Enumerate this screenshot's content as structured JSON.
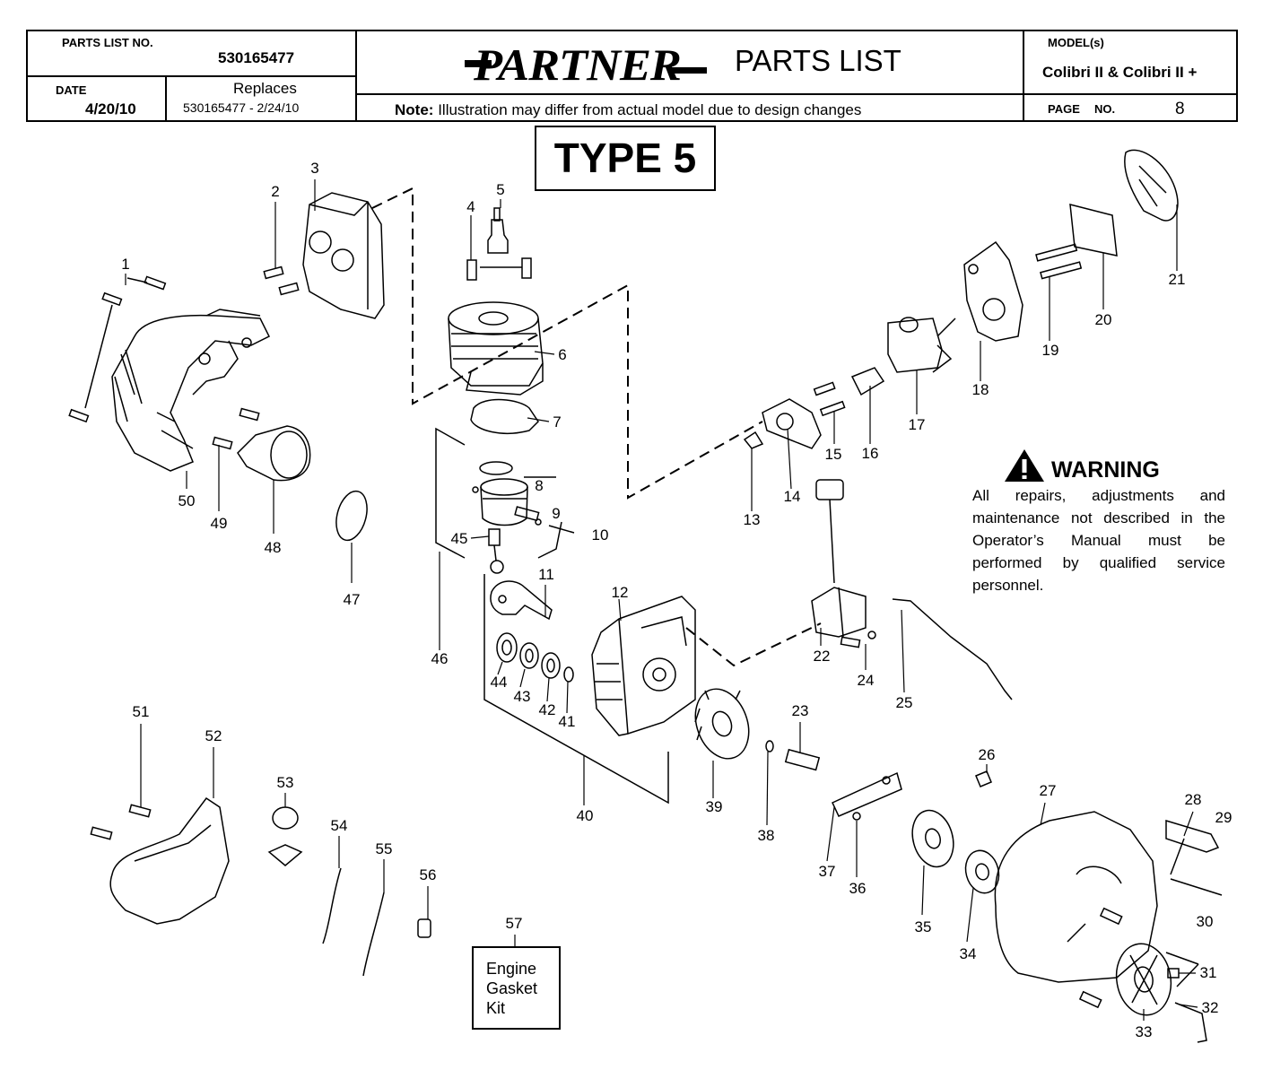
{
  "header": {
    "parts_list_no_label": "PARTS LIST NO.",
    "parts_list_no": "530165477",
    "date_label": "DATE",
    "date": "4/20/10",
    "replaces_label": "Replaces",
    "replaces": "530165477 - 2/24/10",
    "brand": "PARTNER",
    "title": "PARTS LIST",
    "note_label": "Note:",
    "note": "Illustration may differ from actual model due to design changes",
    "models_label": "MODEL(s)",
    "models": "Colibri II & Colibri II +",
    "page_label": "PAGE",
    "page_no_label": "NO.",
    "page": "8"
  },
  "type_label": "TYPE 5",
  "warning": {
    "title": "WARNING",
    "text": "All repairs, adjustments and maintenance not described in the Operator’s Manual must be performed by qualified service personnel."
  },
  "kit": {
    "number": "57",
    "label": "Engine\nGasket\nKit"
  },
  "callouts": [
    {
      "n": "1"
    },
    {
      "n": "2"
    },
    {
      "n": "3"
    },
    {
      "n": "4"
    },
    {
      "n": "5"
    },
    {
      "n": "6"
    },
    {
      "n": "7"
    },
    {
      "n": "8"
    },
    {
      "n": "9"
    },
    {
      "n": "10"
    },
    {
      "n": "11"
    },
    {
      "n": "12"
    },
    {
      "n": "13"
    },
    {
      "n": "14"
    },
    {
      "n": "15"
    },
    {
      "n": "16"
    },
    {
      "n": "17"
    },
    {
      "n": "18"
    },
    {
      "n": "19"
    },
    {
      "n": "20"
    },
    {
      "n": "21"
    },
    {
      "n": "22"
    },
    {
      "n": "23"
    },
    {
      "n": "24"
    },
    {
      "n": "25"
    },
    {
      "n": "26"
    },
    {
      "n": "27"
    },
    {
      "n": "28"
    },
    {
      "n": "29"
    },
    {
      "n": "30"
    },
    {
      "n": "31"
    },
    {
      "n": "32"
    },
    {
      "n": "33"
    },
    {
      "n": "34"
    },
    {
      "n": "35"
    },
    {
      "n": "36"
    },
    {
      "n": "37"
    },
    {
      "n": "38"
    },
    {
      "n": "39"
    },
    {
      "n": "40"
    },
    {
      "n": "41"
    },
    {
      "n": "42"
    },
    {
      "n": "43"
    },
    {
      "n": "44"
    },
    {
      "n": "45"
    },
    {
      "n": "46"
    },
    {
      "n": "47"
    },
    {
      "n": "48"
    },
    {
      "n": "49"
    },
    {
      "n": "50"
    },
    {
      "n": "51"
    },
    {
      "n": "52"
    },
    {
      "n": "53"
    },
    {
      "n": "54"
    },
    {
      "n": "55"
    },
    {
      "n": "56"
    }
  ]
}
